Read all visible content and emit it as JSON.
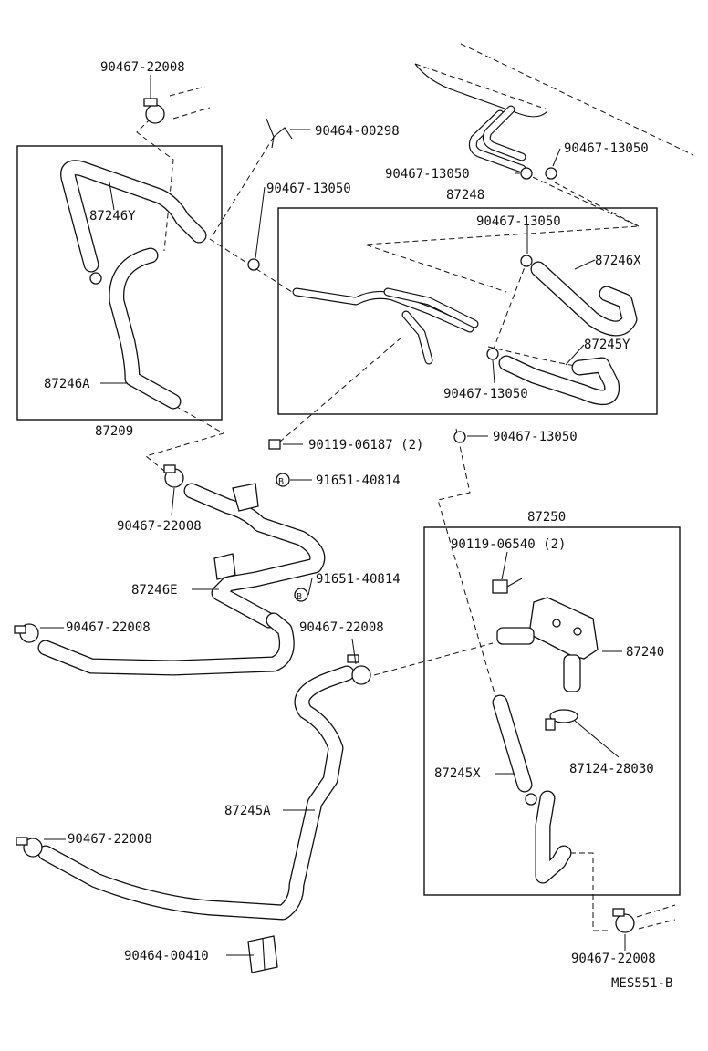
{
  "groups": {
    "g87209": "87209",
    "g87248": "87248",
    "g87250": "87250"
  },
  "labels": {
    "clamp_top_left": "90467-22008",
    "clip_00298": "90464-00298",
    "clamp_13050_top_right": "90467-13050",
    "clamp_13050_top_mid": "90467-13050",
    "hose_87246y": "87246Y",
    "clamp_13050_left": "90467-13050",
    "clamp_13050_inner": "90467-13050",
    "hose_87246x": "87246X",
    "hose_87245y": "87245Y",
    "hose_87246a": "87246A",
    "clamp_13050_lower": "90467-13050",
    "bolt_06187": "90119-06187 (2)",
    "clamp_13050_bottom": "90467-13050",
    "clip_b_upper": "91651-40814",
    "clamp_22008_mid": "90467-22008",
    "bolt_06540": "90119-06540 (2)",
    "pipe_87246e": "87246E",
    "clip_b_lower": "91651-40814",
    "clamp_22008_left": "90467-22008",
    "clamp_22008_center": "90467-22008",
    "valve_87240": "87240",
    "clamp_28030": "87124-28030",
    "hose_87245x": "87245X",
    "hose_87245a": "87245A",
    "clamp_22008_lower_left": "90467-22008",
    "protector_00410": "90464-00410",
    "clamp_22008_bottom_right": "90467-22008",
    "drawing_code": "MES551-B"
  },
  "markers": {
    "b_symbol": "B"
  }
}
